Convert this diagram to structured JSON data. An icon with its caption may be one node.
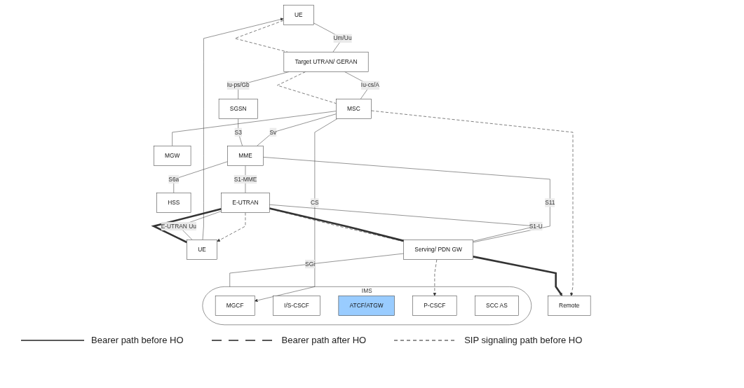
{
  "diagram": {
    "nodes": [
      {
        "text": [
          "UE"
        ]
      },
      {
        "text": [
          "Target UTRAN/ GERAN"
        ]
      },
      {
        "text": [
          "MSC"
        ]
      },
      {
        "text": [
          "SGSN"
        ]
      },
      {
        "text": [
          "MGW"
        ]
      },
      {
        "text": [
          "MME"
        ]
      },
      {
        "text": [
          "HSS"
        ]
      },
      {
        "text": [
          "IMS"
        ]
      },
      {
        "text": [
          "MGCF"
        ],
        "in": 7
      },
      {
        "text": [
          "I/S-CSCF"
        ],
        "in": 7
      },
      {
        "text": [
          "ATCF/ATGW"
        ],
        "in": 7
      },
      {
        "text": [
          "P-CSCF"
        ],
        "in": 7
      },
      {
        "text": [
          "SCC AS"
        ],
        "in": 7
      },
      {
        "text": [
          "Remote"
        ]
      },
      {
        "text": [
          "UE"
        ]
      },
      {
        "text": [
          "E-UTRAN"
        ]
      },
      {
        "text": [
          "Serving/ PDN GW"
        ]
      }
    ],
    "edges": [
      {
        "from": 0,
        "to": 1,
        "arrow": "none",
        "label": "Um/Uu"
      },
      {
        "from": 1,
        "to": 2,
        "arrow": "none",
        "label": "Iu-cs/A"
      },
      {
        "from": 0,
        "to": 1,
        "arrow": "none",
        "style": "dashed"
      },
      {
        "from": 1,
        "to": 2,
        "arrow": "none",
        "style": "dashed"
      },
      {
        "from": 2,
        "to": 13,
        "arrow": "to",
        "style": "dashed"
      },
      {
        "from": 2,
        "to": 8,
        "arrow": "to",
        "label": "CS"
      },
      {
        "from": 1,
        "to": 3,
        "arrow": "none",
        "label": "Iu-ps/Gb"
      },
      {
        "from": 2,
        "to": 5,
        "arrow": "none",
        "label": "Sv"
      },
      {
        "from": 2,
        "to": 4,
        "arrow": "none"
      },
      {
        "from": 3,
        "to": 5,
        "arrow": "none",
        "label": "S3"
      },
      {
        "from": 5,
        "to": 6,
        "arrow": "none",
        "label": "S6a"
      },
      {
        "from": 5,
        "to": 15,
        "arrow": "none",
        "label": "S1-MME"
      },
      {
        "from": 5,
        "to": 16,
        "arrow": "none",
        "label": "S11"
      },
      {
        "from": 14,
        "to": 0,
        "arrow": "to"
      },
      {
        "from": 16,
        "to": 11,
        "arrow": "to",
        "style": "dashed"
      },
      {
        "from": 16,
        "to": 15,
        "arrow": "none",
        "style": "dashed"
      },
      {
        "from": 15,
        "to": 14,
        "arrow": "to",
        "style": "dashed"
      },
      {
        "from": 14,
        "to": 15,
        "arrow": "none",
        "label": "E-UTRAN Uu"
      },
      {
        "from": 15,
        "to": 16,
        "arrow": "none",
        "label": "S1-U"
      },
      {
        "from": 16,
        "to": 7,
        "arrow": "none",
        "label": "SGi"
      },
      {
        "from": 14,
        "to": 15,
        "arrow": "none",
        "style": "thick"
      },
      {
        "from": 15,
        "to": 16,
        "arrow": "none",
        "style": "thick"
      },
      {
        "from": 16,
        "to": 13,
        "arrow": "to",
        "style": "thick"
      }
    ],
    "legend": [
      {
        "text": "Bearer path before HO"
      },
      {
        "text": "Bearer path after HO"
      },
      {
        "text": "SIP signaling path before HO"
      }
    ]
  }
}
